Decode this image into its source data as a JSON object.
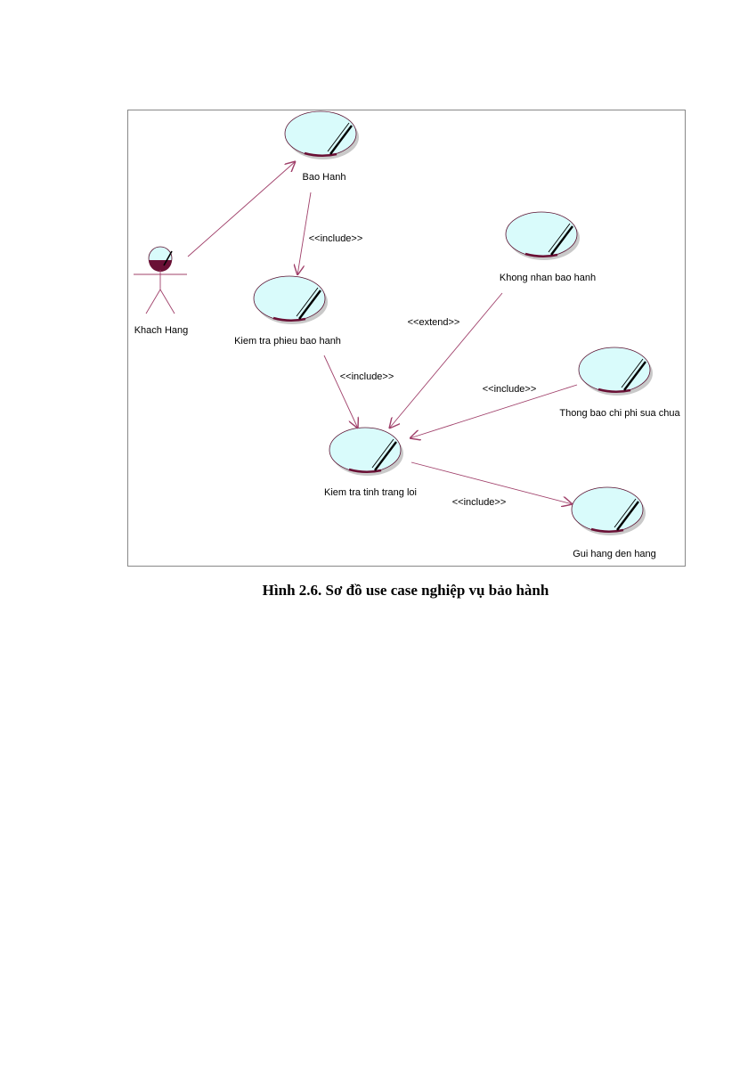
{
  "actor": {
    "name": "Khach Hang"
  },
  "use_cases": {
    "bao_hanh": "Bao Hanh",
    "kiem_tra_phieu": "Kiem tra phieu bao hanh",
    "khong_nhan": "Khong nhan bao hanh",
    "thong_bao": "Thong bao chi phi sua chua",
    "kiem_tra_tinh_trang": "Kiem tra tinh trang loi",
    "gui_hang": "Gui hang den hang"
  },
  "relations": {
    "include_1": "<<include>>",
    "include_2": "<<include>>",
    "include_3": "<<include>>",
    "include_4": "<<include>>",
    "extend_1": "<<extend>>"
  },
  "caption": "Hình 2.6. Sơ đồ use case nghiệp vụ bảo hành",
  "colors": {
    "usecase_fill": "#d9fbfb",
    "accent": "#6a1035",
    "relation_line": "#a0406a",
    "frame": "#888888"
  }
}
